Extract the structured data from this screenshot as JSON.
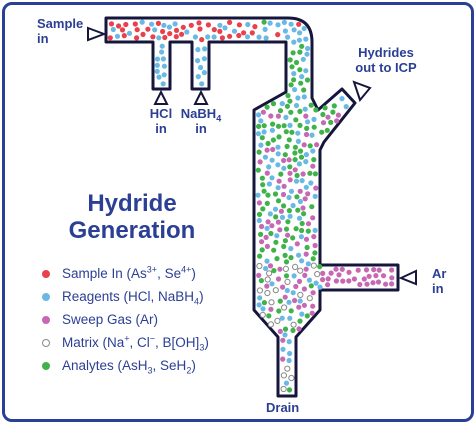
{
  "title_line1": "Hydride",
  "title_line2": "Generation",
  "labels": {
    "sample_in_line1": "Sample",
    "sample_in_line2": "in",
    "hcl_line1": "HCl",
    "hcl_line2": "in",
    "nabh4_line1_main": "NaBH",
    "nabh4_line1_sub": "4",
    "nabh4_line2": "in",
    "hydrides_line1": "Hydrides",
    "hydrides_line2": "out to ICP",
    "ar_line1": "Ar",
    "ar_line2": "in",
    "drain": "Drain"
  },
  "legend": [
    {
      "color": "#e8414b",
      "parts": [
        {
          "t": "Sample In (As"
        },
        {
          "t": "3+",
          "sup": true
        },
        {
          "t": ", Se"
        },
        {
          "t": "4+",
          "sup": true
        },
        {
          "t": ")"
        }
      ]
    },
    {
      "color": "#6ab9e4",
      "parts": [
        {
          "t": "Reagents (HCl, NaBH"
        },
        {
          "t": "4",
          "sub": true
        },
        {
          "t": ")"
        }
      ]
    },
    {
      "color": "#c668b4",
      "parts": [
        {
          "t": "Sweep Gas (Ar)"
        }
      ]
    },
    {
      "color": "#ffffff",
      "parts": [
        {
          "t": "Matrix (Na"
        },
        {
          "t": "+",
          "sup": true
        },
        {
          "t": ", Cl"
        },
        {
          "t": "−",
          "sup": true
        },
        {
          "t": ", B[OH]"
        },
        {
          "t": "3",
          "sub": true
        },
        {
          "t": ")"
        }
      ]
    },
    {
      "color": "#3fb34a",
      "parts": [
        {
          "t": "Analytes (AsH"
        },
        {
          "t": "3",
          "sub": true
        },
        {
          "t": ", SeH"
        },
        {
          "t": "2",
          "sub": true
        },
        {
          "t": ")"
        }
      ]
    }
  ],
  "colors": {
    "frame": "#2b3f95",
    "tube_outline": "#16163d",
    "tube_fill": "#ffffff",
    "sample": "#e8414b",
    "reagent": "#6ab9e4",
    "sweep_gas": "#c668b4",
    "matrix": "#ffffff",
    "analyte": "#3fb34a"
  }
}
